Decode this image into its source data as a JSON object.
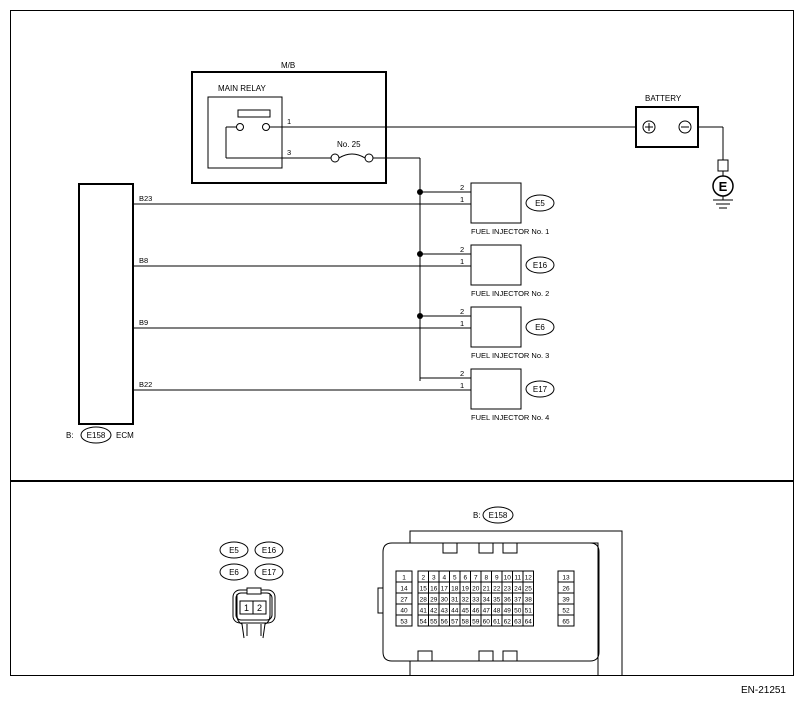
{
  "figure_id": "EN-21251",
  "main_block": {
    "label": "M/B"
  },
  "main_relay": {
    "label": "MAIN RELAY",
    "terminal_1": "1",
    "terminal_3": "3"
  },
  "fuse": {
    "label": "No. 25"
  },
  "battery": {
    "label": "BATTERY",
    "ground_label": "E"
  },
  "ecm": {
    "prefix": "B:",
    "connector": "E158",
    "label": "ECM"
  },
  "injectors": [
    {
      "name": "FUEL INJECTOR No. 1",
      "connector": "E5",
      "ecm_pin": "B23",
      "pin_a": "2",
      "pin_b": "1"
    },
    {
      "name": "FUEL INJECTOR No. 2",
      "connector": "E16",
      "ecm_pin": "B8",
      "pin_a": "2",
      "pin_b": "1"
    },
    {
      "name": "FUEL INJECTOR No. 3",
      "connector": "E6",
      "ecm_pin": "B9",
      "pin_a": "2",
      "pin_b": "1"
    },
    {
      "name": "FUEL INJECTOR No. 4",
      "connector": "E17",
      "ecm_pin": "B22",
      "pin_a": "2",
      "pin_b": "1"
    }
  ],
  "injector_connector_view": {
    "tags": [
      "E5",
      "E16",
      "E6",
      "E17"
    ],
    "pins": [
      "1",
      "2"
    ]
  },
  "ecm_connector_view": {
    "prefix": "B:",
    "tag": "E158",
    "rows": [
      [
        "1",
        "2",
        "3",
        "4",
        "5",
        "6",
        "7",
        "8",
        "9",
        "10",
        "11",
        "12",
        "13"
      ],
      [
        "14",
        "15",
        "16",
        "17",
        "18",
        "19",
        "20",
        "21",
        "22",
        "23",
        "24",
        "25",
        "26"
      ],
      [
        "27",
        "28",
        "29",
        "30",
        "31",
        "32",
        "33",
        "34",
        "35",
        "36",
        "37",
        "38",
        "39"
      ],
      [
        "40",
        "41",
        "42",
        "43",
        "44",
        "45",
        "46",
        "47",
        "48",
        "49",
        "50",
        "51",
        "52"
      ],
      [
        "53",
        "54",
        "55",
        "56",
        "57",
        "58",
        "59",
        "60",
        "61",
        "62",
        "63",
        "64",
        "65"
      ]
    ]
  }
}
